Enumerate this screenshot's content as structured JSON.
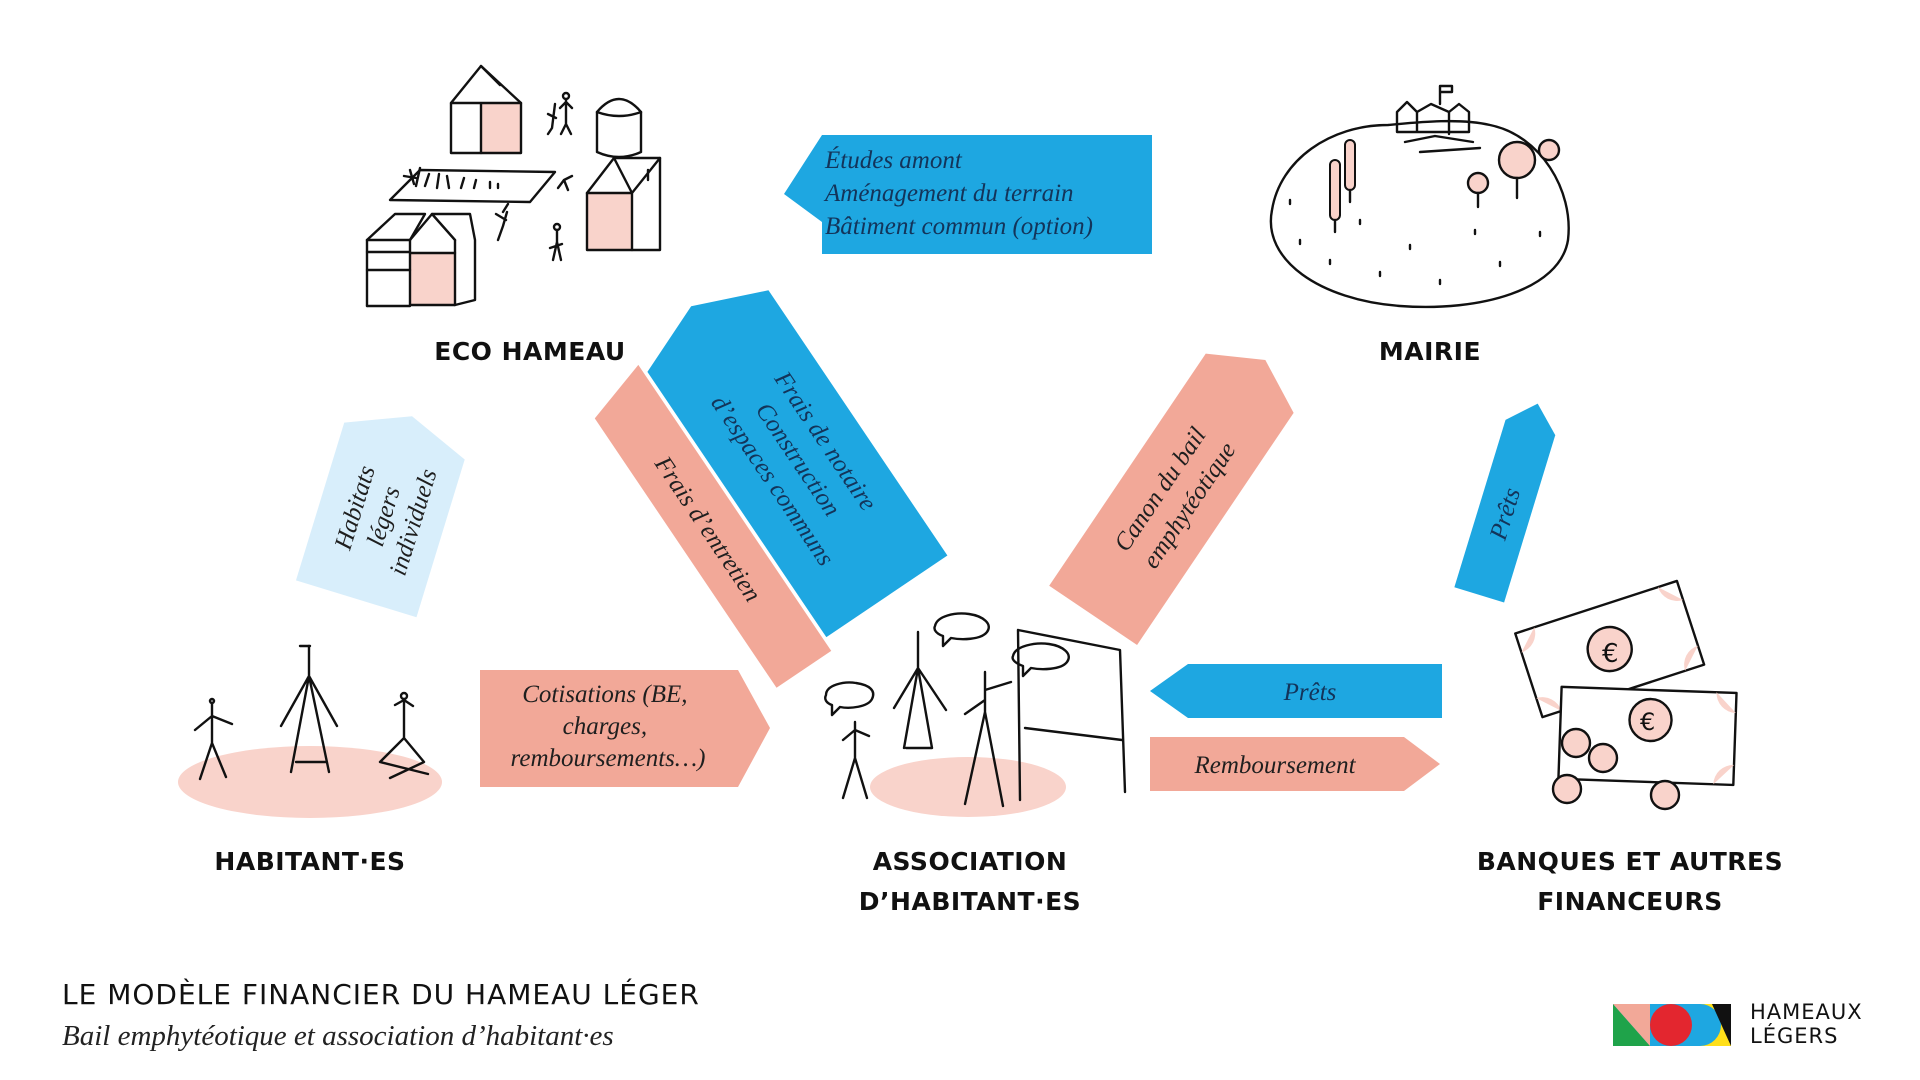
{
  "nodes": {
    "eco_hameau": "ECO HAMEAU",
    "mairie": "MAIRIE",
    "habitants": "HABITANT·ES",
    "association_line1": "ASSOCIATION",
    "association_line2": "D’HABITANT·ES",
    "banques_line1": "BANQUES ET AUTRES",
    "banques_line2": "FINANCEURS"
  },
  "flows": {
    "mairie_to_eco": [
      "Études amont",
      "Aménagement du terrain",
      "Bâtiment commun (option)"
    ],
    "assoc_to_eco_blue": [
      "Frais de notaire",
      "Construction",
      "d’espaces communs"
    ],
    "assoc_to_eco_pink": [
      "Frais d’entretien"
    ],
    "habitants_to_eco": [
      "Habitats",
      "légers",
      "individuels"
    ],
    "assoc_to_mairie": [
      "Canon du bail",
      "emphytéotique"
    ],
    "banques_to_mairie": [
      "Prêts"
    ],
    "habitants_to_assoc": [
      "Cotisations (BE,",
      "charges,",
      "remboursements…)"
    ],
    "banques_to_assoc": [
      "Prêts"
    ],
    "assoc_to_banques": [
      "Remboursement"
    ]
  },
  "footer": {
    "title": "LE MODÈLE FINANCIER DU HAMEAU LÉGER",
    "subtitle": "Bail emphytéotique et association d’habitant·es"
  },
  "logo": {
    "line1": "HAMEAUX",
    "line2": "LÉGERS"
  },
  "colors": {
    "blue": "#1ea7e1",
    "salmon": "#f2a898",
    "light_blue": "#d8eefb",
    "pink_fill": "#f9d3cb",
    "ink": "#111111",
    "logo_green": "#1fa34a",
    "logo_red": "#e3262f",
    "logo_yellow": "#ffdf1a",
    "logo_blue": "#1ea7e1"
  }
}
